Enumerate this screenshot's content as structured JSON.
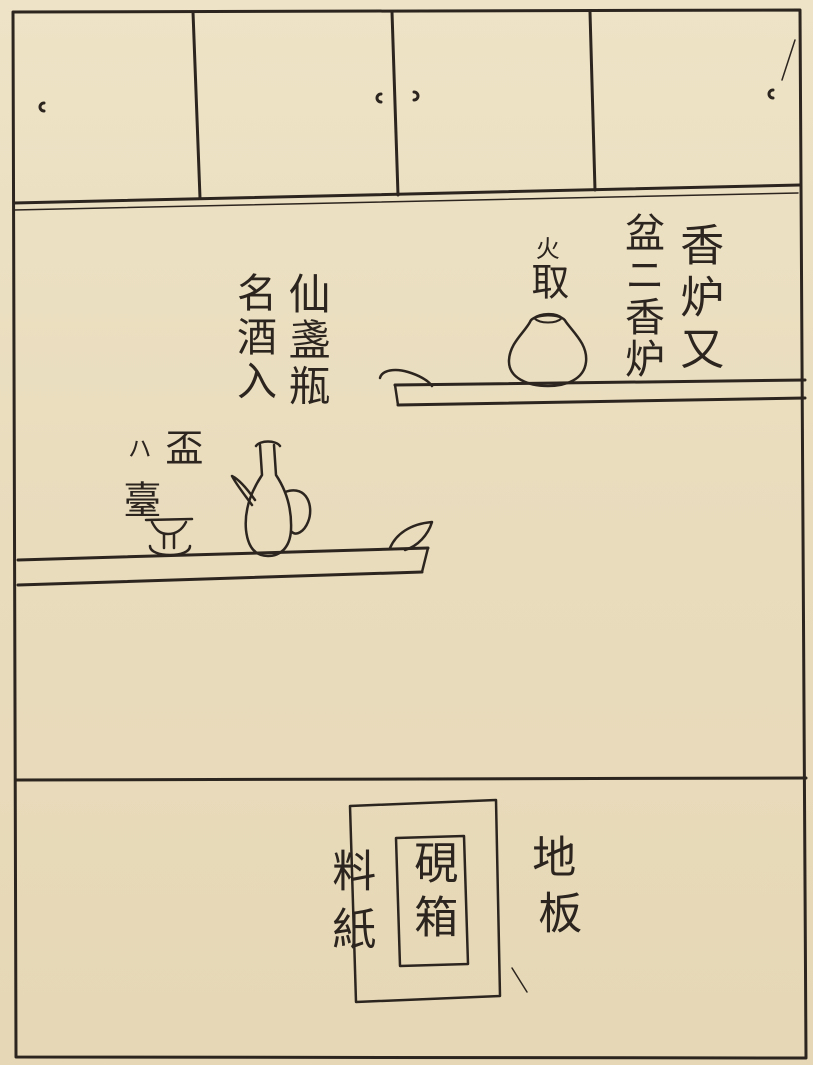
{
  "labels": {
    "incense_burner_cols": [
      "香炉又",
      "盆ニ香炉"
    ],
    "fire_bowl_cols": [
      "火",
      "取"
    ],
    "sake_bottle_cols": [
      "仙盞瓶",
      "名酒入"
    ],
    "cup_stand_cols": [
      "盃",
      "臺"
    ],
    "cup_stand_small_prefix": "ハ",
    "ink_box_cols": [
      "硯",
      "箱"
    ],
    "paper_cols": [
      "料",
      "紙"
    ],
    "floor_cols": [
      "地",
      "板"
    ]
  },
  "colors": {
    "ink": "#2c251f",
    "paper": "#ebdfc1"
  }
}
